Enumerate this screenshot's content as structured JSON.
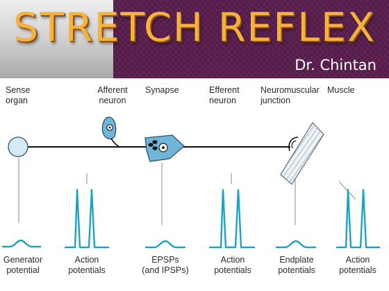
{
  "header": {
    "title": "STRETCH REFLEX",
    "author": "Dr. Chintan"
  },
  "labels": {
    "sense_organ": "Sense\norgan",
    "afferent_neuron": "Afferent\nneuron",
    "synapse": "Synapse",
    "efferent_neuron": "Efferent\nneuron",
    "neuromuscular_junction": "Neuromuscular\njunction",
    "muscle": "Muscle"
  },
  "potentials": {
    "generator": "Generator\npotential",
    "action_1": "Action\npotentials",
    "epsps": "EPSPs\n(and IPSPs)",
    "action_2": "Action\npotentials",
    "endplate": "Endplate\npotentials",
    "action_3": "Action\npotentials"
  },
  "colors": {
    "trace": "#1aa3c4",
    "cell_fill": "#6fb6d8",
    "cell_stroke": "#27506e",
    "axon": "#111111",
    "pointer": "#8a8a8a",
    "title": "#f6b23a",
    "banner_purple": "#5a1f4e"
  }
}
